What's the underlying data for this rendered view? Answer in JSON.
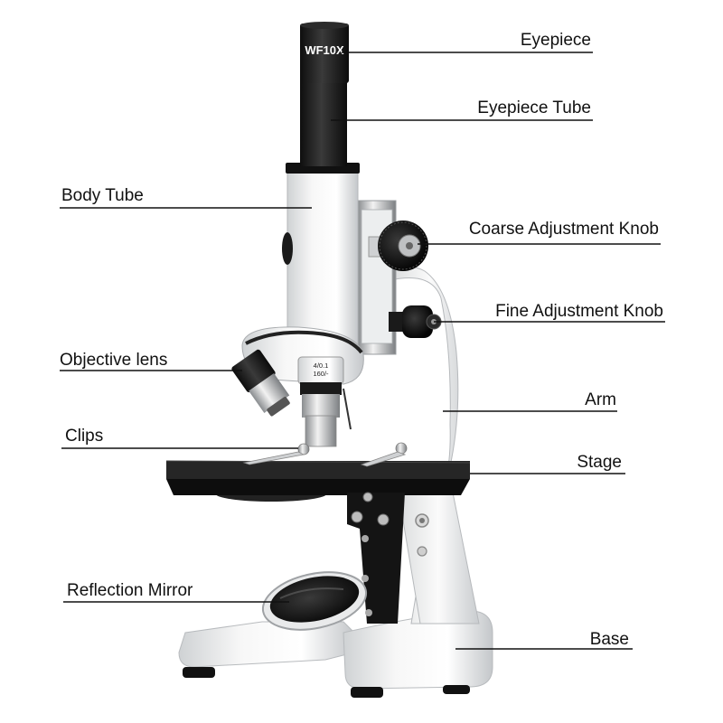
{
  "diagram": {
    "eyepiece_marking": "WF10X",
    "objective_marking_1": "4/0.1",
    "objective_marking_2": "160/-",
    "labels": {
      "eyepiece": "Eyepiece",
      "eyepiece_tube": "Eyepiece Tube",
      "body_tube": "Body Tube",
      "coarse_knob": "Coarse Adjustment Knob",
      "fine_knob": "Fine Adjustment Knob",
      "objective_lens": "Objective lens",
      "arm": "Arm",
      "clips": "Clips",
      "stage": "Stage",
      "reflection_mirror": "Reflection Mirror",
      "base": "Base"
    }
  }
}
